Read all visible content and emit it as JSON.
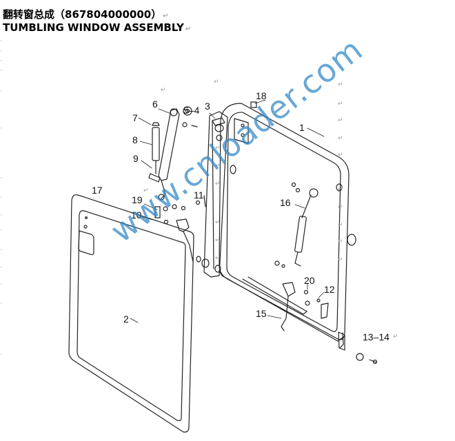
{
  "title_cn": "翻转窗总成（867804000000）",
  "title_en": "TUMBLING WINDOW ASSEMBLY",
  "paragraph_mark": "↵",
  "watermark": "www.cnloader.com",
  "callouts": [
    {
      "id": "1",
      "text": "1"
    },
    {
      "id": "2",
      "text": "2"
    },
    {
      "id": "3",
      "text": "3"
    },
    {
      "id": "5-4",
      "text": "5–4"
    },
    {
      "id": "6",
      "text": "6"
    },
    {
      "id": "7",
      "text": "7"
    },
    {
      "id": "8",
      "text": "8"
    },
    {
      "id": "9",
      "text": "9"
    },
    {
      "id": "10",
      "text": "10"
    },
    {
      "id": "11",
      "text": "11"
    },
    {
      "id": "12",
      "text": "12"
    },
    {
      "id": "13-14",
      "text": "13–14"
    },
    {
      "id": "15",
      "text": "15"
    },
    {
      "id": "16",
      "text": "16"
    },
    {
      "id": "17",
      "text": "17"
    },
    {
      "id": "18",
      "text": "18"
    },
    {
      "id": "19",
      "text": "19"
    },
    {
      "id": "20",
      "text": "20"
    }
  ]
}
